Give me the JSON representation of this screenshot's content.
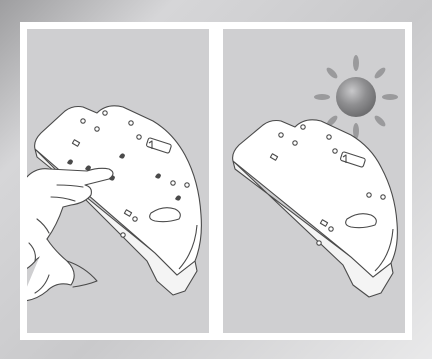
{
  "figure": {
    "panels": [
      {
        "id": "wet-mop-pad",
        "depicts": [
          "mop-pad-base",
          "water-droplets",
          "hand-with-cloth"
        ]
      },
      {
        "id": "dry-mop-pad",
        "depicts": [
          "mop-pad-base",
          "sun-icon"
        ]
      }
    ]
  },
  "colors": {
    "frame_dark": "#9e9ea0",
    "frame_light": "#e9e9ea",
    "panel_background": "#cfcfd1",
    "drawing_fill": "#ffffff",
    "drawing_stroke": "#4a4a4a",
    "sun_core": "#8a8a8c",
    "sun_rays": "#9a9a9c"
  }
}
